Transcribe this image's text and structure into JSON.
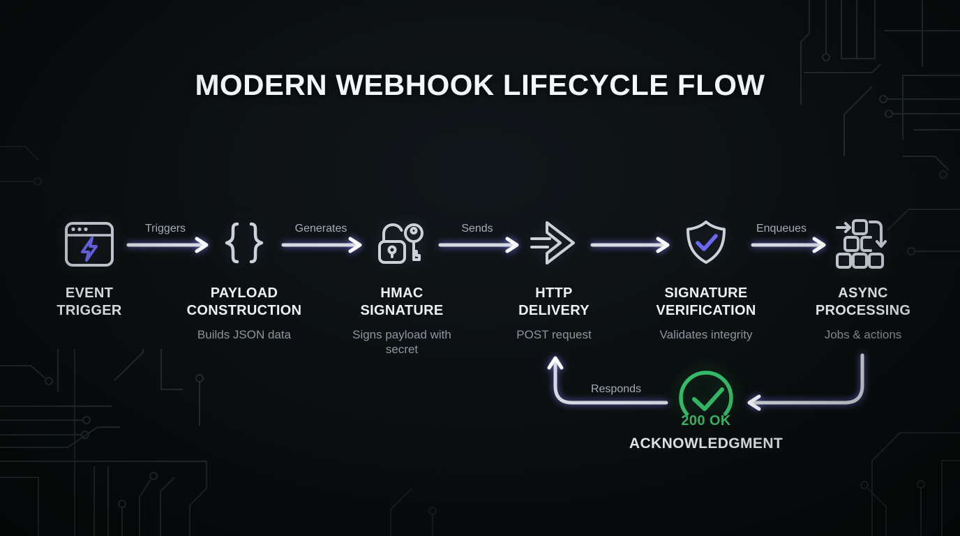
{
  "title": "MODERN WEBHOOK LIFECYCLE FLOW",
  "flow": {
    "nodes": [
      {
        "label": "EVENT TRIGGER",
        "subtitle": "",
        "icon": "browser-lightning-icon"
      },
      {
        "label": "PAYLOAD CONSTRUCTION",
        "subtitle": "Builds JSON data",
        "icon": "curly-braces-icon"
      },
      {
        "label": "HMAC SIGNATURE",
        "subtitle": "Signs payload with secret",
        "icon": "lock-key-icon"
      },
      {
        "label": "HTTP DELIVERY",
        "subtitle": "POST request",
        "icon": "send-arrow-icon"
      },
      {
        "label": "SIGNATURE VERIFICATION",
        "subtitle": "Validates integrity",
        "icon": "shield-check-icon"
      },
      {
        "label": "ASYNC PROCESSING",
        "subtitle": "Jobs & actions",
        "icon": "queue-boxes-icon"
      }
    ],
    "connectors": [
      {
        "label": "Triggers"
      },
      {
        "label": "Generates"
      },
      {
        "label": "Sends"
      },
      {
        "label": ""
      },
      {
        "label": "Enqueues"
      }
    ],
    "return_connector": {
      "label": "Responds"
    }
  },
  "acknowledgment": {
    "status": "200 OK",
    "label": "ACKNOWLEDGMENT",
    "icon": "check-circle-icon"
  },
  "colors": {
    "accent_purple": "#6c68f2",
    "accent_green": "#35c06a",
    "icon_silver": "#ccd2da",
    "background": "#0b0f10"
  }
}
